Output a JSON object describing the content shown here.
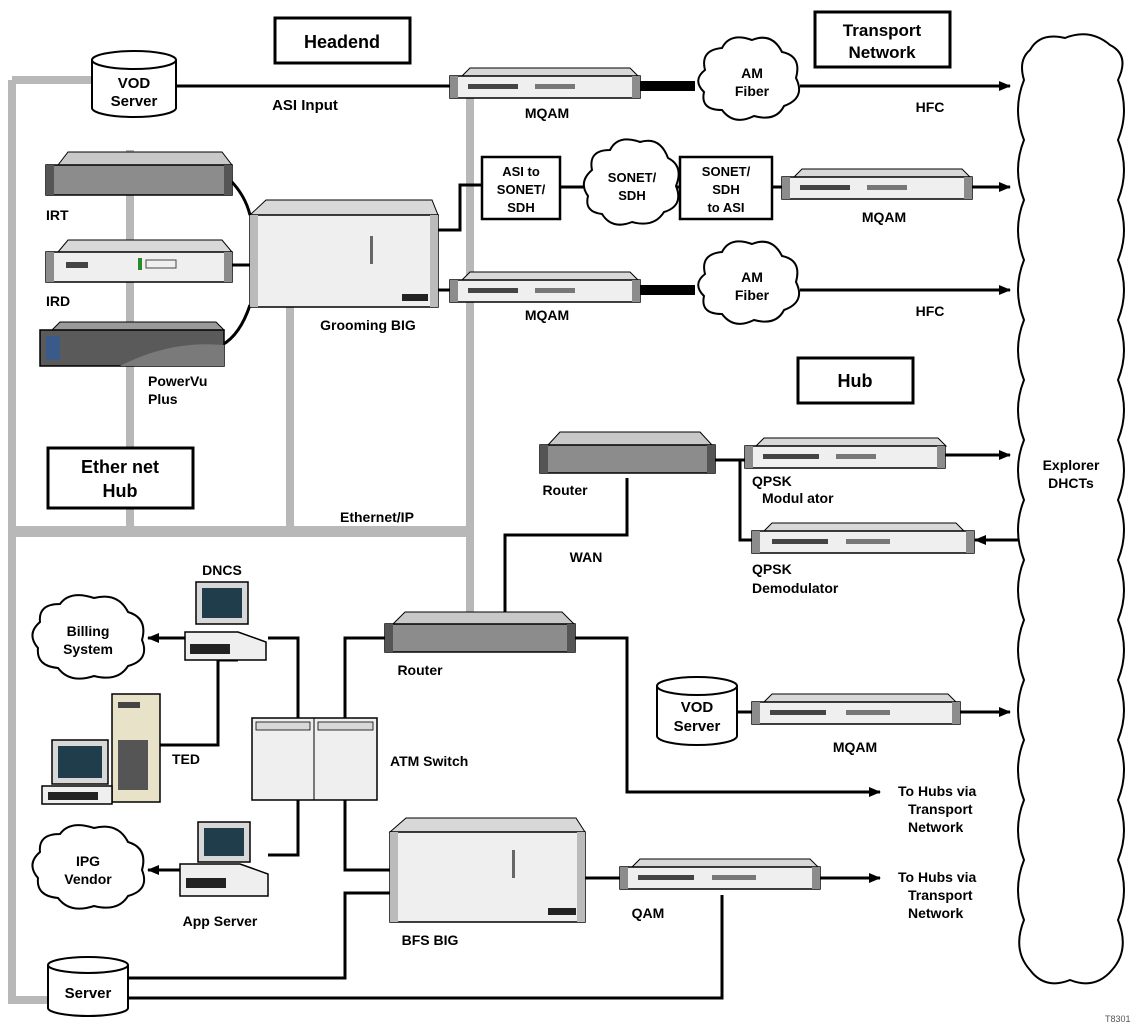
{
  "boxes": {
    "headend": "Headend",
    "transport_network": [
      "Transport",
      "Network"
    ],
    "hub": "Hub",
    "ethernet_hub": [
      "Ether net",
      "Hub"
    ],
    "asi_to_sonet": [
      "ASI to",
      "SONET/",
      "SDH"
    ],
    "sonet_to_asi": [
      "SONET/",
      "SDH",
      "to ASI"
    ]
  },
  "clouds": {
    "am_fiber_top": [
      "AM",
      "Fiber"
    ],
    "am_fiber_mid": [
      "AM",
      "Fiber"
    ],
    "sonet_sdh": [
      "SONET/",
      "SDH"
    ],
    "billing_system": [
      "Billing",
      "System"
    ],
    "ipg_vendor": [
      "IPG",
      "Vendor"
    ],
    "explorer_dhcts": [
      "Explorer",
      "DHCTs"
    ]
  },
  "servers": {
    "vod_top": [
      "VOD",
      "Server"
    ],
    "vod_hub": [
      "VOD",
      "Server"
    ],
    "server_bottom": [
      "Server"
    ]
  },
  "labels": {
    "asi_input": "ASI Input",
    "mqam_top": "MQAM",
    "hfc_top": "HFC",
    "mqam_sonet": "MQAM",
    "irt": "IRT",
    "ird": "IRD",
    "grooming_big": "Grooming BIG",
    "mqam_mid": "MQAM",
    "hfc_mid": "HFC",
    "powervu": [
      "PowerVu",
      "Plus"
    ],
    "router_hub": "Router",
    "qpsk_mod": [
      "QPSK",
      "Modul ator"
    ],
    "qpsk_demod": [
      "QPSK",
      "Demodulator"
    ],
    "ethernet_ip": "Ethernet/IP",
    "wan": "WAN",
    "dncs": "DNCS",
    "router_head": "Router",
    "ted": "TED",
    "atm_switch": "ATM Switch",
    "mqam_hub": "MQAM",
    "to_hubs_1": [
      "To Hubs via",
      "Transport",
      "Network"
    ],
    "app_server": "App Server",
    "bfs_big": "BFS BIG",
    "qam": "QAM",
    "to_hubs_2": [
      "To Hubs via",
      "Transport",
      "Network"
    ],
    "figure_id": "T8301"
  },
  "colors": {
    "line": "#000000",
    "ethernet": "#b8b8b8",
    "device_fill": "#efefef",
    "device_dark": "#8c8c8c",
    "screen": "#1f3d4a"
  },
  "icons": {
    "server_cylinder": "cylinder-icon",
    "device_rack": "rack-unit-icon",
    "workstation": "workstation-icon",
    "cloud": "cloud-icon"
  }
}
